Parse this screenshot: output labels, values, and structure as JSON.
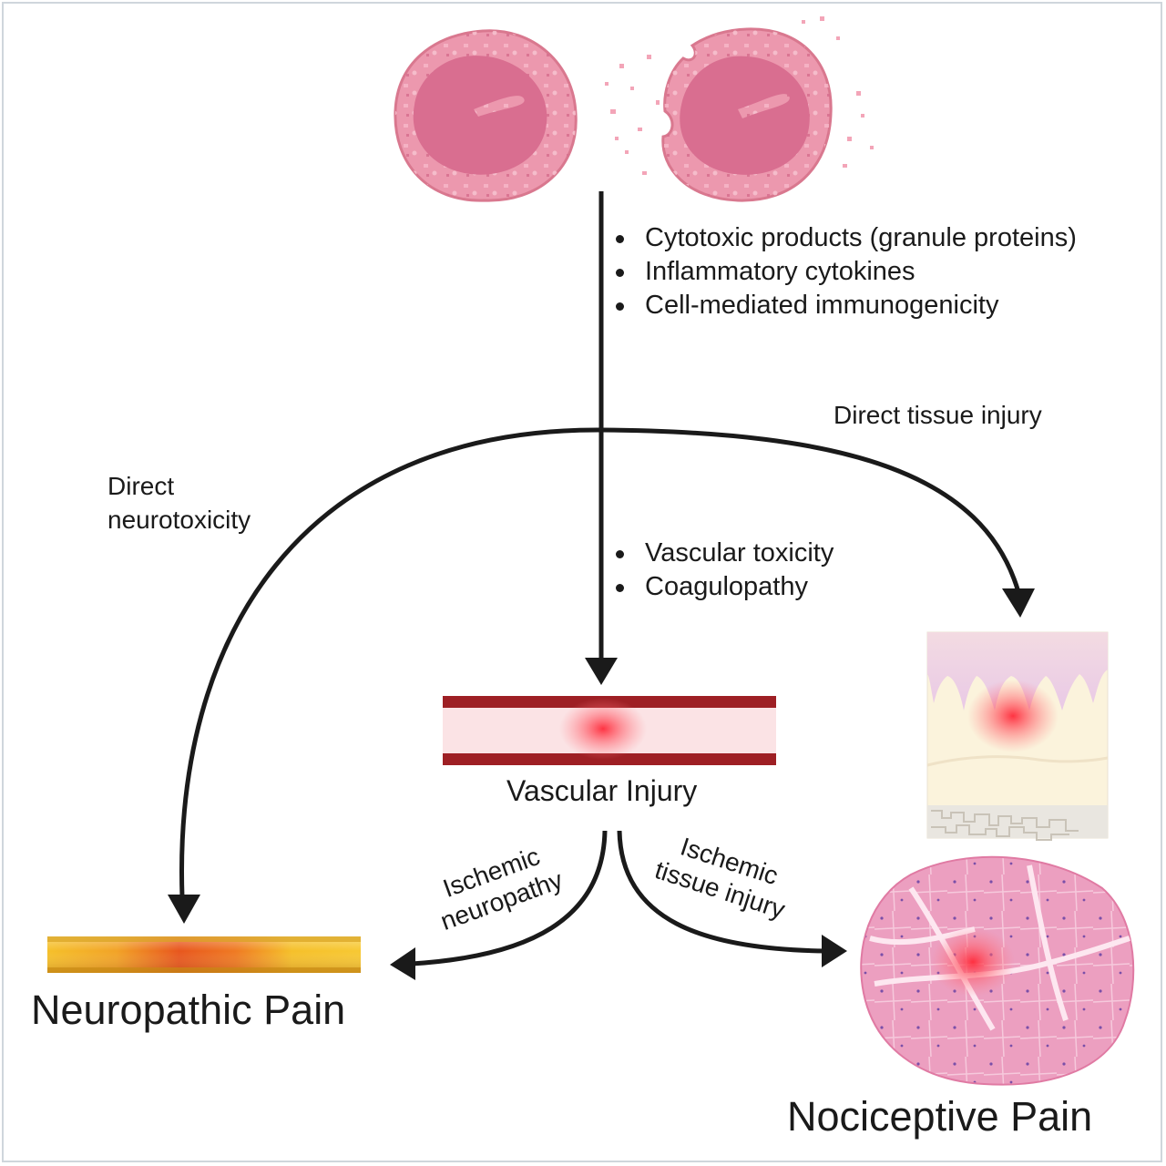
{
  "cells_bullets": [
    "Cytotoxic products (granule proteins)",
    "Inflammatory cytokines",
    "Cell-mediated immunogenicity"
  ],
  "vascular_bullets": [
    "Vascular toxicity",
    "Coagulopathy"
  ],
  "labels": {
    "direct_tissue_injury": "Direct tissue injury",
    "direct_neurotoxicity_line1": "Direct",
    "direct_neurotoxicity_line2": "neurotoxicity",
    "vascular_injury": "Vascular Injury",
    "ischemic_neuropathy_line1": "Ischemic",
    "ischemic_neuropathy_line2": "neuropathy",
    "ischemic_tissue_injury_line1": "Ischemic",
    "ischemic_tissue_injury_line2": "tissue injury",
    "neuropathic_pain": "Neuropathic Pain",
    "nociceptive_pain": "Nociceptive Pain"
  },
  "colors": {
    "cell_pink": "#e88fa8",
    "nucleus": "#d46a8c",
    "vessel_wall": "#9e1f24",
    "nerve_yellow": "#f2c230",
    "nerve_orange": "#e85a1e",
    "arrow": "#1a1a1a",
    "muscle": "#e89ab9"
  }
}
